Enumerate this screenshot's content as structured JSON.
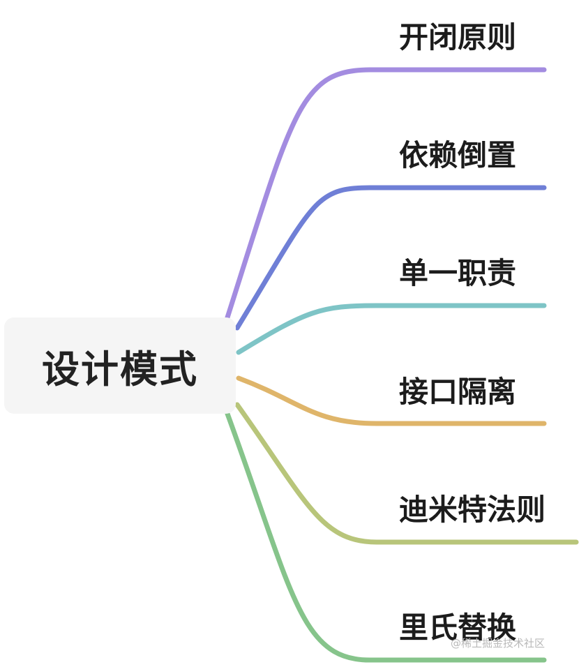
{
  "mindmap": {
    "root": {
      "label": "设计模式"
    },
    "branches": [
      {
        "label": "开闭原则",
        "color": "#a38ce0"
      },
      {
        "label": "依赖倒置",
        "color": "#6f7fd6"
      },
      {
        "label": "单一职责",
        "color": "#7ec4c6"
      },
      {
        "label": "接口隔离",
        "color": "#dfb56a"
      },
      {
        "label": "迪米特法则",
        "color": "#b8c57a"
      },
      {
        "label": "里氏替换",
        "color": "#86c48b"
      }
    ]
  },
  "watermark": {
    "text": "@稀土掘金技术社区"
  }
}
